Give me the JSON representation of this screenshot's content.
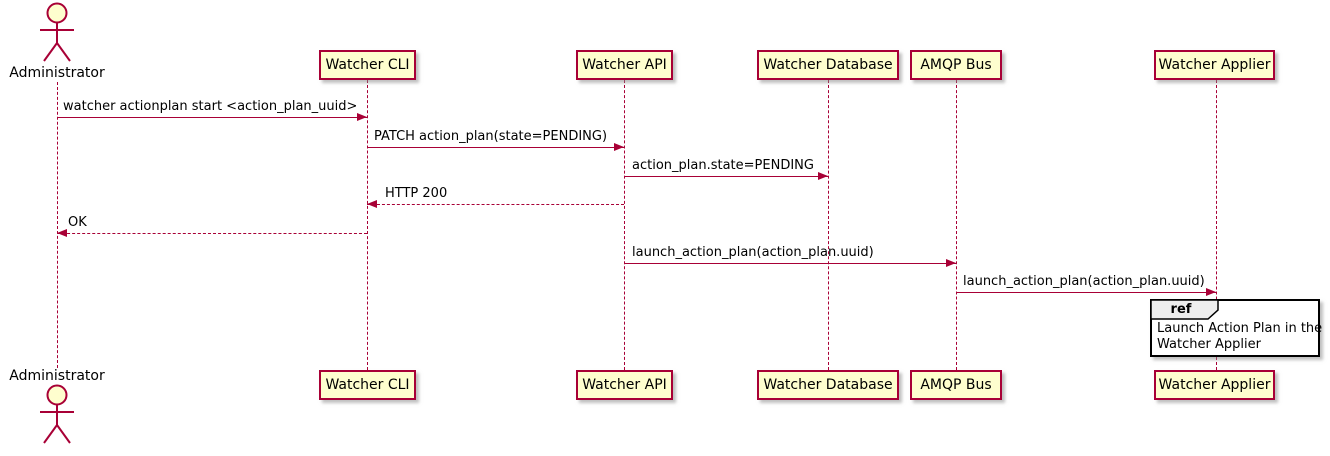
{
  "diagram_type": "uml-sequence-diagram",
  "colors": {
    "participant_fill": "#FEFECE",
    "participant_border": "#A80036",
    "lifeline": "#A80036",
    "arrow": "#A80036",
    "text": "#000000",
    "ref_header_fill": "#EEEEEE",
    "ref_border": "#000000"
  },
  "participants": [
    {
      "name": "Administrator",
      "kind": "actor"
    },
    {
      "name": "Watcher CLI",
      "kind": "participant"
    },
    {
      "name": "Watcher API",
      "kind": "participant"
    },
    {
      "name": "Watcher Database",
      "kind": "participant"
    },
    {
      "name": "AMQP Bus",
      "kind": "participant"
    },
    {
      "name": "Watcher Applier",
      "kind": "participant"
    }
  ],
  "messages": [
    {
      "from": "Administrator",
      "to": "Watcher CLI",
      "label": "watcher actionplan start <action_plan_uuid>",
      "style": "solid"
    },
    {
      "from": "Watcher CLI",
      "to": "Watcher API",
      "label": "PATCH action_plan(state=PENDING)",
      "style": "solid"
    },
    {
      "from": "Watcher API",
      "to": "Watcher Database",
      "label": "action_plan.state=PENDING",
      "style": "solid"
    },
    {
      "from": "Watcher API",
      "to": "Watcher CLI",
      "label": "HTTP 200",
      "style": "dashed"
    },
    {
      "from": "Watcher CLI",
      "to": "Administrator",
      "label": "OK",
      "style": "dashed"
    },
    {
      "from": "Watcher API",
      "to": "AMQP Bus",
      "label": "launch_action_plan(action_plan.uuid)",
      "style": "solid"
    },
    {
      "from": "AMQP Bus",
      "to": "Watcher Applier",
      "label": "launch_action_plan(action_plan.uuid)",
      "style": "solid"
    }
  ],
  "ref_fragment": {
    "keyword": "ref",
    "over": "Watcher Applier",
    "lines": [
      "Launch Action Plan in the",
      "Watcher Applier"
    ]
  }
}
